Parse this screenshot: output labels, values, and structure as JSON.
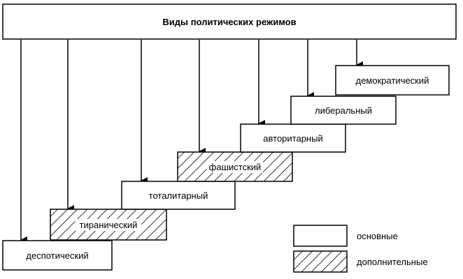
{
  "title": "Виды политических режимов",
  "regimes": [
    {
      "label": "деспотический",
      "kind": "secondary"
    },
    {
      "label": "тиранический",
      "kind": "additional"
    },
    {
      "label": "тоталитарный",
      "kind": "secondary"
    },
    {
      "label": "фашистский",
      "kind": "additional"
    },
    {
      "label": "авторитарный",
      "kind": "secondary"
    },
    {
      "label": "либеральный",
      "kind": "secondary"
    },
    {
      "label": "демократический",
      "kind": "secondary"
    }
  ],
  "legend": {
    "main_label": "основные",
    "additional_label": "дополнительные"
  }
}
